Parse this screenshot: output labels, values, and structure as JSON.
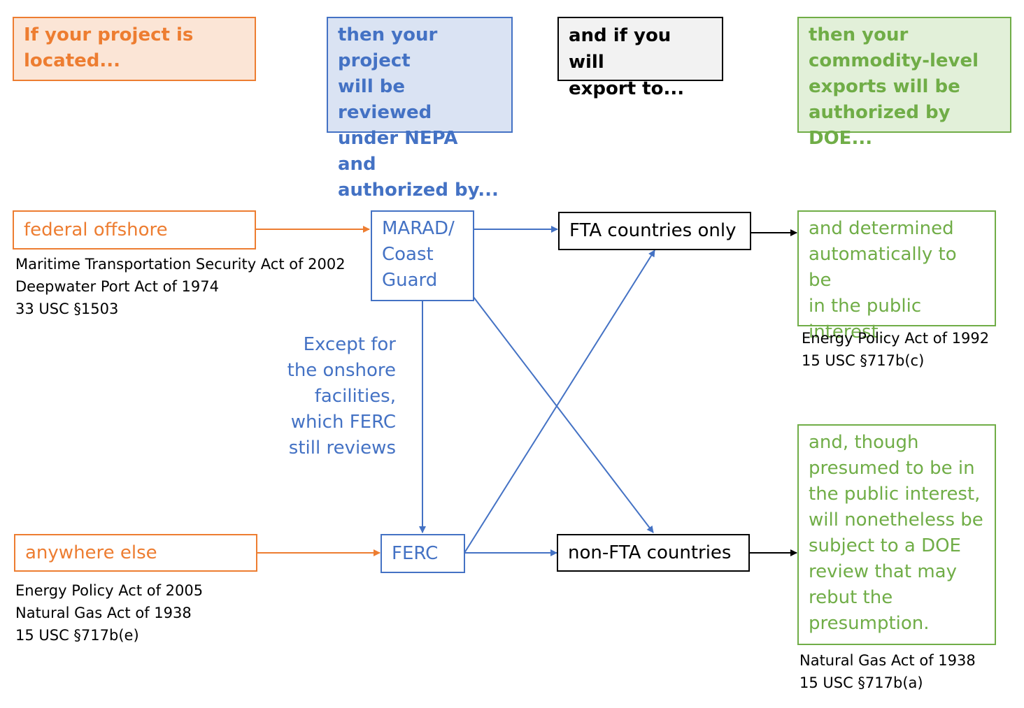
{
  "headers": {
    "location": [
      "If your project is",
      "located..."
    ],
    "review": [
      "then your project",
      "will be reviewed",
      "under NEPA and",
      "authorized by..."
    ],
    "export": [
      "and if you will",
      "export to..."
    ],
    "doe": [
      "then your",
      "commodity-level",
      "exports will be",
      "authorized by DOE..."
    ]
  },
  "locations": {
    "offshore": "federal offshore",
    "elsewhere": "anywhere else"
  },
  "agencies": {
    "marad": [
      "MARAD/",
      "Coast",
      "Guard"
    ],
    "ferc": "FERC"
  },
  "destinations": {
    "fta": "FTA countries only",
    "nonfta": "non-FTA countries"
  },
  "outcomes": {
    "fta": [
      "and determined",
      "automatically to be",
      "in the public",
      "interest."
    ],
    "nonfta": [
      "and, though",
      "presumed to be in",
      "the public interest,",
      "will nonetheless be",
      "subject to a DOE",
      "review that may",
      "rebut the",
      "presumption."
    ]
  },
  "citations": {
    "offshore": [
      "Maritime Transportation Security Act of 2002",
      "Deepwater Port Act of 1974",
      "33 USC §1503"
    ],
    "elsewhere": [
      "Energy Policy Act of 2005",
      "Natural Gas Act of 1938",
      "15 USC §717b(e)"
    ],
    "fta": [
      "Energy Policy Act of 1992",
      "15 USC §717b(c)"
    ],
    "nonfta": [
      "Natural Gas Act of 1938",
      "15 USC §717b(a)"
    ]
  },
  "exception_note": [
    "Except for",
    "the onshore",
    "facilities,",
    "which FERC",
    "still reviews"
  ],
  "colors": {
    "orange": "#ed7d31",
    "blue": "#4472c4",
    "green": "#70ad47",
    "black": "#000000"
  }
}
